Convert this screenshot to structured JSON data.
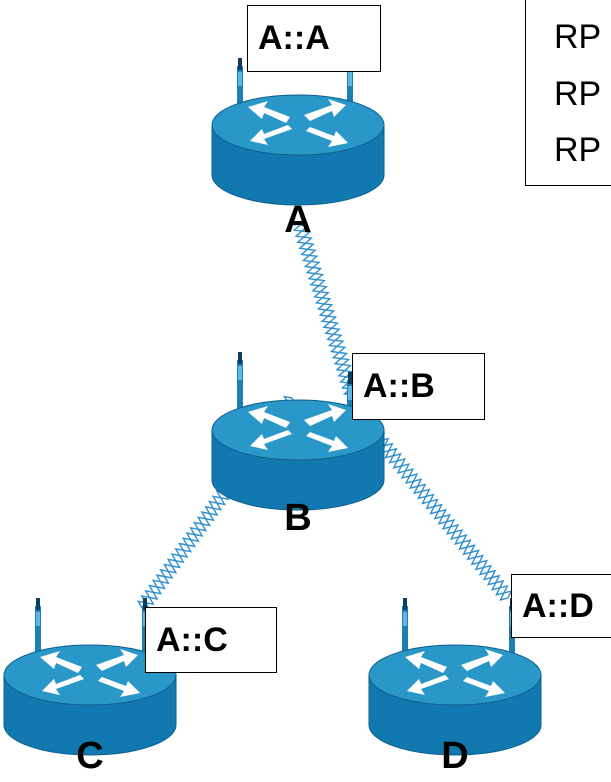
{
  "routers": [
    {
      "id": "A",
      "label": "A",
      "address": "A::A"
    },
    {
      "id": "B",
      "label": "B",
      "address": "A::B"
    },
    {
      "id": "C",
      "label": "C",
      "address": "A::C"
    },
    {
      "id": "D",
      "label": "D",
      "address": "A::D"
    }
  ],
  "legend": {
    "lines": [
      "RP",
      "RP",
      "RP"
    ]
  },
  "links": [
    {
      "from": "A",
      "to": "B"
    },
    {
      "from": "B",
      "to": "C"
    },
    {
      "from": "B",
      "to": "D"
    }
  ],
  "colors": {
    "router_top": "#2a97c9",
    "router_side": "#1279b0",
    "router_edge": "#0d5f8c",
    "antenna": "#1b7fb4",
    "arrow": "#ffffff",
    "link": "#2f8fd0",
    "text": "#000000",
    "background": "#ffffff"
  },
  "icons": [
    "router-icon",
    "antenna-icon",
    "wireless-link-icon"
  ]
}
